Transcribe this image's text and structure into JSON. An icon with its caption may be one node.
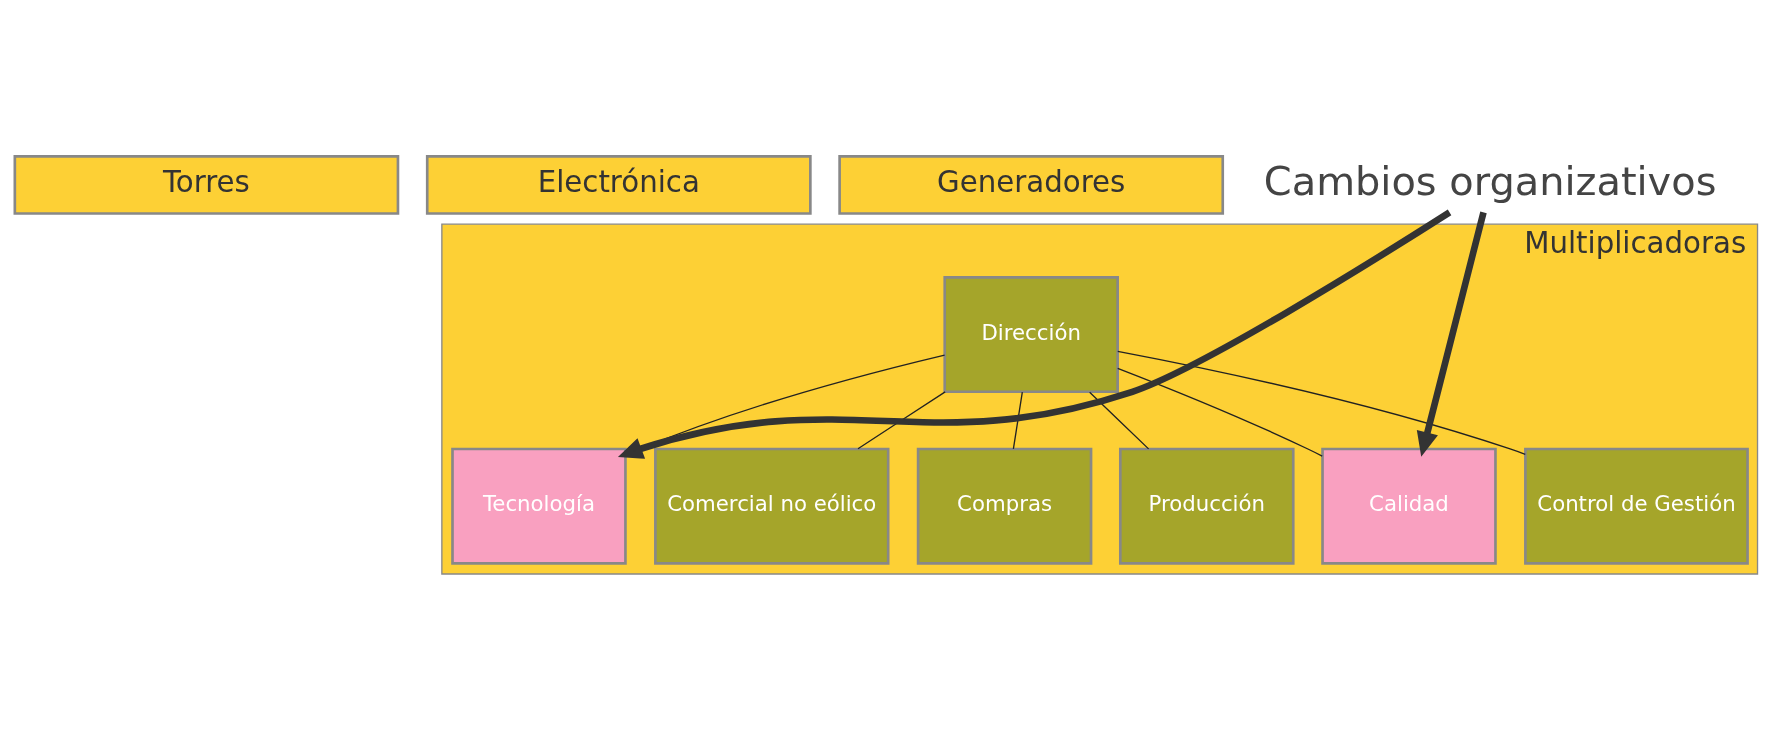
{
  "diagram": {
    "nodes": [
      {
        "text": [
          "Torres"
        ]
      },
      {
        "text": [
          "Electrónica"
        ]
      },
      {
        "text": [
          "Generadores"
        ]
      },
      {
        "text": [
          "Multiplicadoras"
        ]
      },
      {
        "text": [
          "Dirección"
        ],
        "in": 3
      },
      {
        "text": [
          "Tecnología"
        ],
        "in": 3
      },
      {
        "text": [
          "Comercial no eólico"
        ],
        "in": 3
      },
      {
        "text": [
          "Compras"
        ],
        "in": 3
      },
      {
        "text": [
          "Producción"
        ],
        "in": 3
      },
      {
        "text": [
          "Calidad"
        ],
        "in": 3
      },
      {
        "text": [
          "Control de Gestión"
        ],
        "in": 3
      },
      {
        "text": [
          "Cambios organizativos"
        ]
      }
    ],
    "edges": [
      {
        "from": 4,
        "to": 5,
        "arrow": "none"
      },
      {
        "from": 4,
        "to": 6,
        "arrow": "none"
      },
      {
        "from": 4,
        "to": 7,
        "arrow": "none"
      },
      {
        "from": 4,
        "to": 8,
        "arrow": "none"
      },
      {
        "from": 4,
        "to": 9,
        "arrow": "none"
      },
      {
        "from": 4,
        "to": 10,
        "arrow": "none"
      },
      {
        "from": 11,
        "to": 5,
        "arrow": "to",
        "style": "thick"
      },
      {
        "from": 11,
        "to": 9,
        "arrow": "to",
        "style": "thick"
      }
    ]
  }
}
